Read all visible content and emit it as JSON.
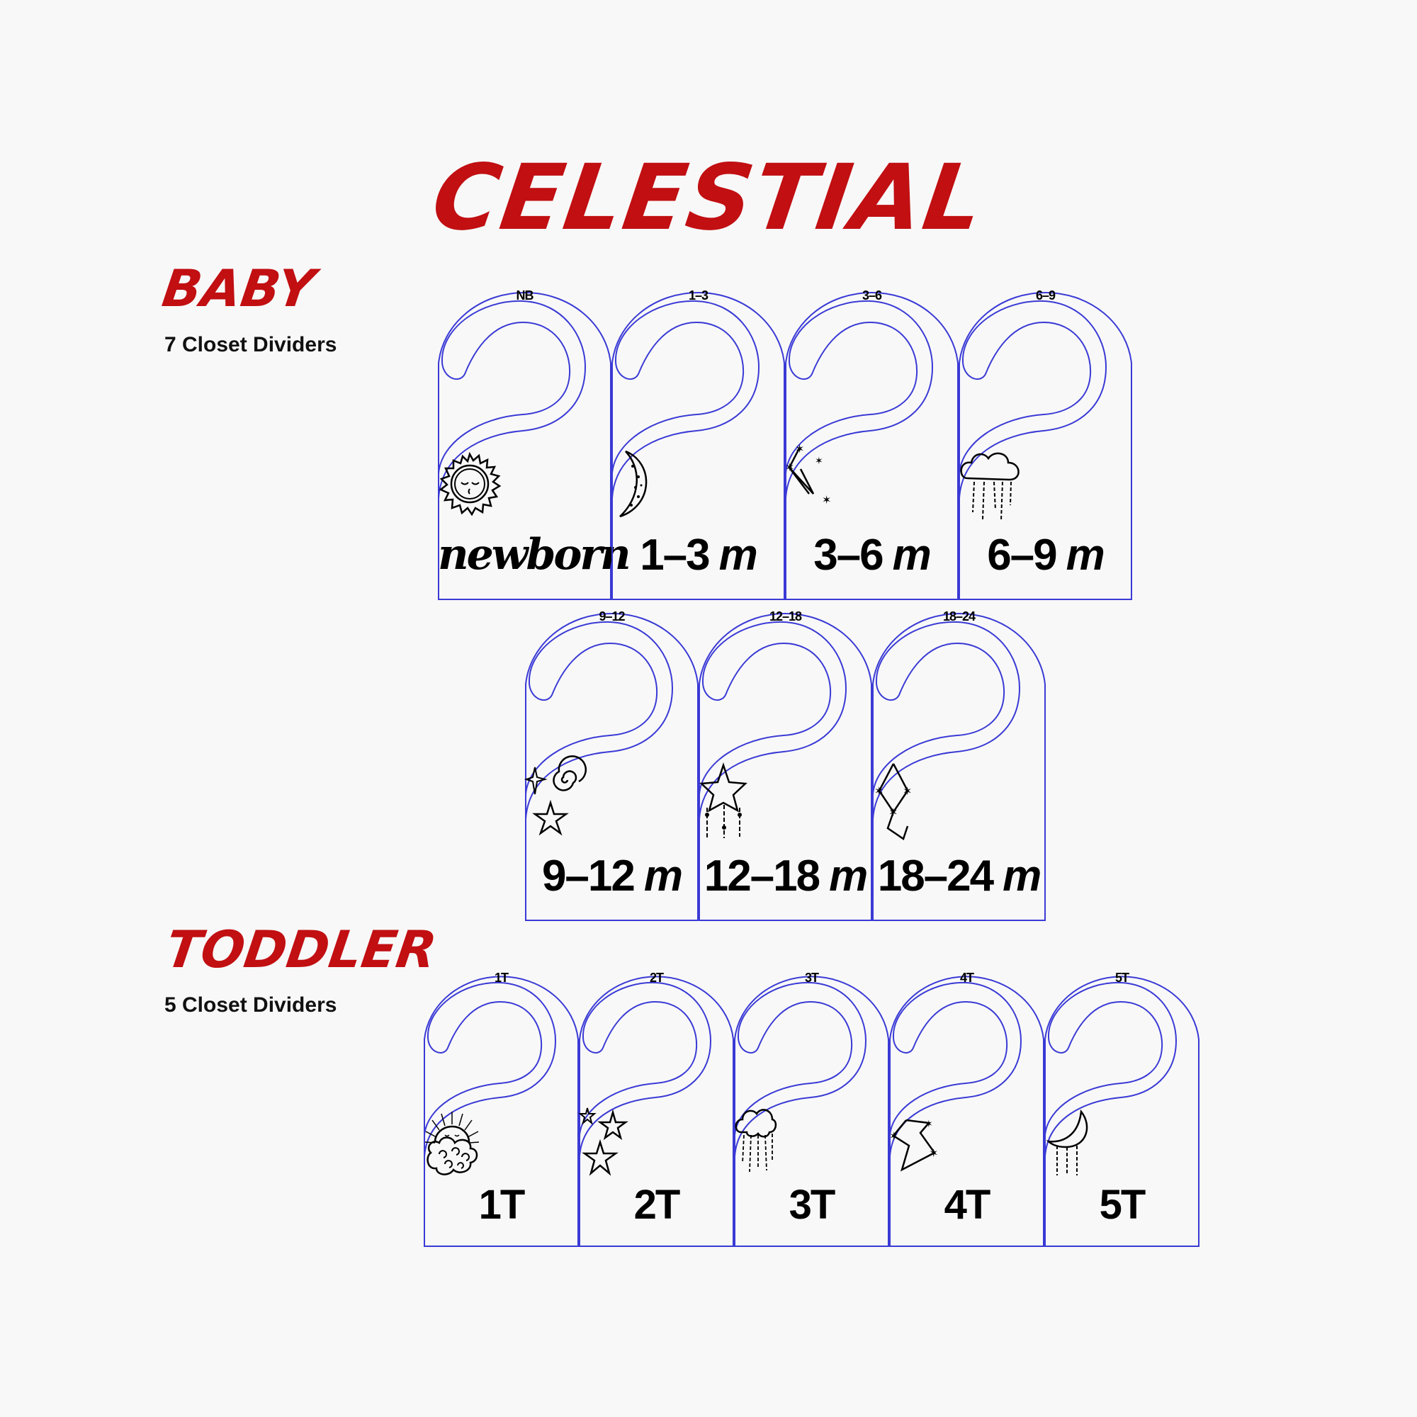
{
  "title": "CELESTIAL",
  "colors": {
    "background": "#f8f8f8",
    "accent_red": "#c10f12",
    "outline_blue": "#3a3ad6",
    "text": "#000000"
  },
  "sections": {
    "baby": {
      "title": "BABY",
      "subtitle": "7 Closet Dividers",
      "dividers": [
        {
          "top_label": "NB",
          "icon": "sleeping-sun-icon",
          "label": "newborn",
          "unit": ""
        },
        {
          "top_label": "1–3",
          "icon": "starry-crescent-moon-icon",
          "label": "1–3",
          "unit": "m"
        },
        {
          "top_label": "3–6",
          "icon": "constellation-icon",
          "label": "3–6",
          "unit": "m"
        },
        {
          "top_label": "6–9",
          "icon": "rain-cloud-icon",
          "label": "6–9",
          "unit": "m"
        },
        {
          "top_label": "9–12",
          "icon": "sparkle-spiral-star-icon",
          "label": "9–12",
          "unit": "m"
        },
        {
          "top_label": "12–18",
          "icon": "shooting-star-mobile-icon",
          "label": "12–18",
          "unit": "m"
        },
        {
          "top_label": "18–24",
          "icon": "kite-constellation-icon",
          "label": "18–24",
          "unit": "m"
        }
      ]
    },
    "toddler": {
      "title": "TODDLER",
      "subtitle": "5 Closet Dividers",
      "dividers": [
        {
          "top_label": "1T",
          "icon": "sun-behind-cloud-icon",
          "label": "1T"
        },
        {
          "top_label": "2T",
          "icon": "three-stars-icon",
          "label": "2T"
        },
        {
          "top_label": "3T",
          "icon": "rain-cloud-icon",
          "label": "3T"
        },
        {
          "top_label": "4T",
          "icon": "constellation-icon",
          "label": "4T"
        },
        {
          "top_label": "5T",
          "icon": "crescent-moon-mobile-icon",
          "label": "5T"
        }
      ]
    }
  }
}
